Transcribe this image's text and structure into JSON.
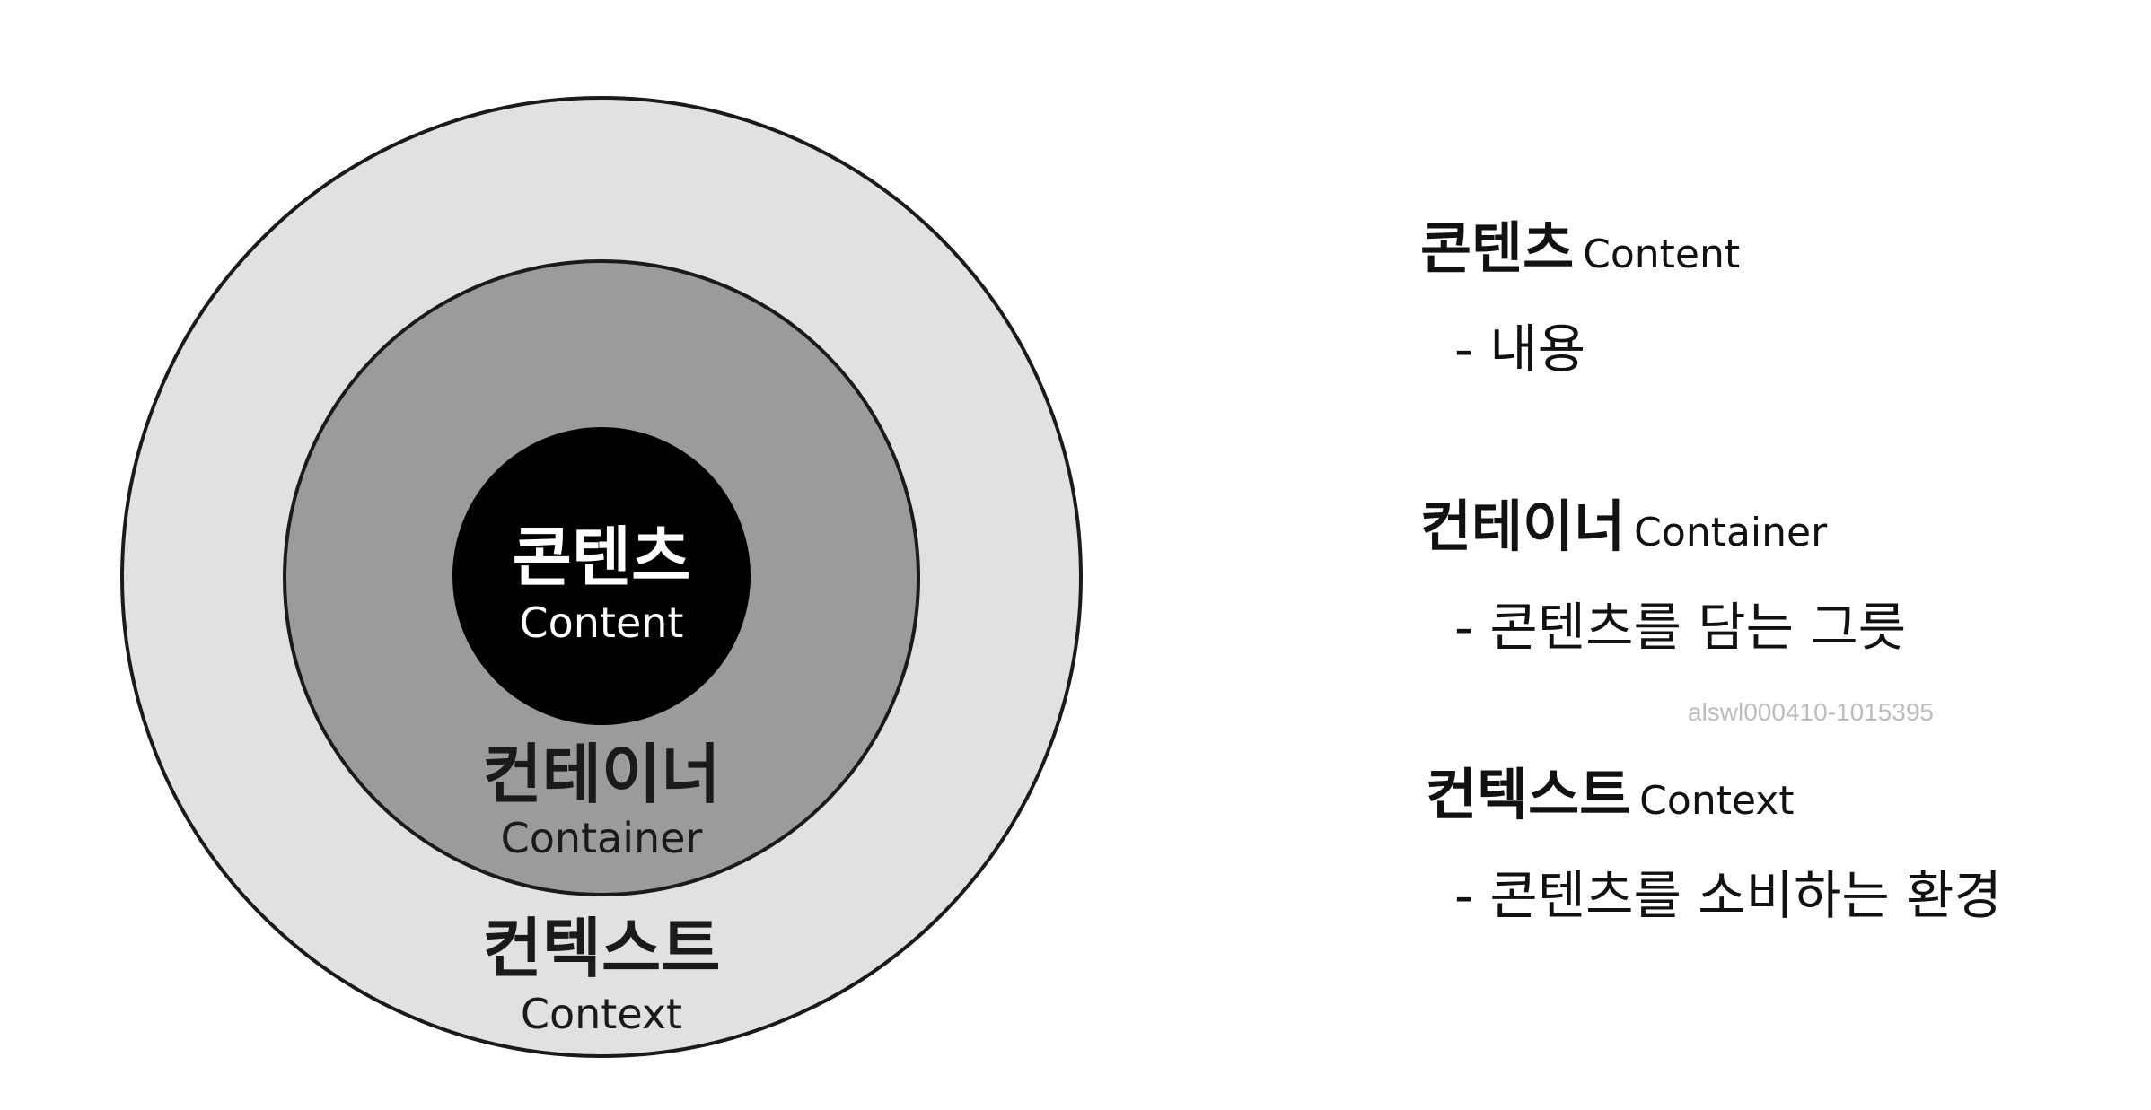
{
  "diagram": {
    "rings": [
      {
        "id": "context",
        "label_ko": "컨텍스트",
        "label_en": "Context",
        "fill": "#e1e1e1"
      },
      {
        "id": "container",
        "label_ko": "컨테이너",
        "label_en": "Container",
        "fill": "#9b9b9b"
      },
      {
        "id": "content",
        "label_ko": "콘텐츠",
        "label_en": "Content",
        "fill": "#000000"
      }
    ]
  },
  "legend": [
    {
      "title_ko": "콘텐츠",
      "title_en": "Content",
      "desc": "- 내용"
    },
    {
      "title_ko": "컨테이너",
      "title_en": "Container",
      "desc": "- 콘텐츠를 담는 그릇"
    },
    {
      "title_ko": "컨텍스트",
      "title_en": "Context",
      "desc": "- 콘텐츠를 소비하는 환경"
    }
  ],
  "watermark": "alswl000410-1015395"
}
